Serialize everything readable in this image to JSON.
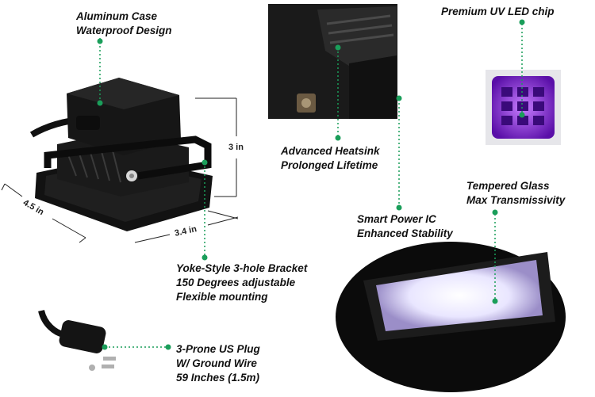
{
  "labels": {
    "aluminum_case": {
      "line1": "Aluminum Case",
      "line2": "Waterproof Design"
    },
    "premium_chip": "Premium UV LED chip",
    "heatsink": {
      "line1": "Advanced Heatsink",
      "line2": "Prolonged Lifetime"
    },
    "tempered_glass": {
      "line1": "Tempered Glass",
      "line2": "Max Transmissivity"
    },
    "smart_power": {
      "line1": "Smart Power IC",
      "line2": "Enhanced Stability"
    },
    "bracket": {
      "line1": "Yoke-Style 3-hole Bracket",
      "line2": "150 Degrees adjustable",
      "line3": "Flexible mounting"
    },
    "plug": {
      "line1": "3-Prone US Plug",
      "line2": "W/ Ground Wire",
      "line3": "59 Inches (1.5m)"
    }
  },
  "dimensions": {
    "height": "3 in",
    "width": "4.5 in",
    "depth": "3.4 in"
  },
  "colors": {
    "accent_dot": "#1a9e5a",
    "uv_purple": "#8a2be2"
  }
}
